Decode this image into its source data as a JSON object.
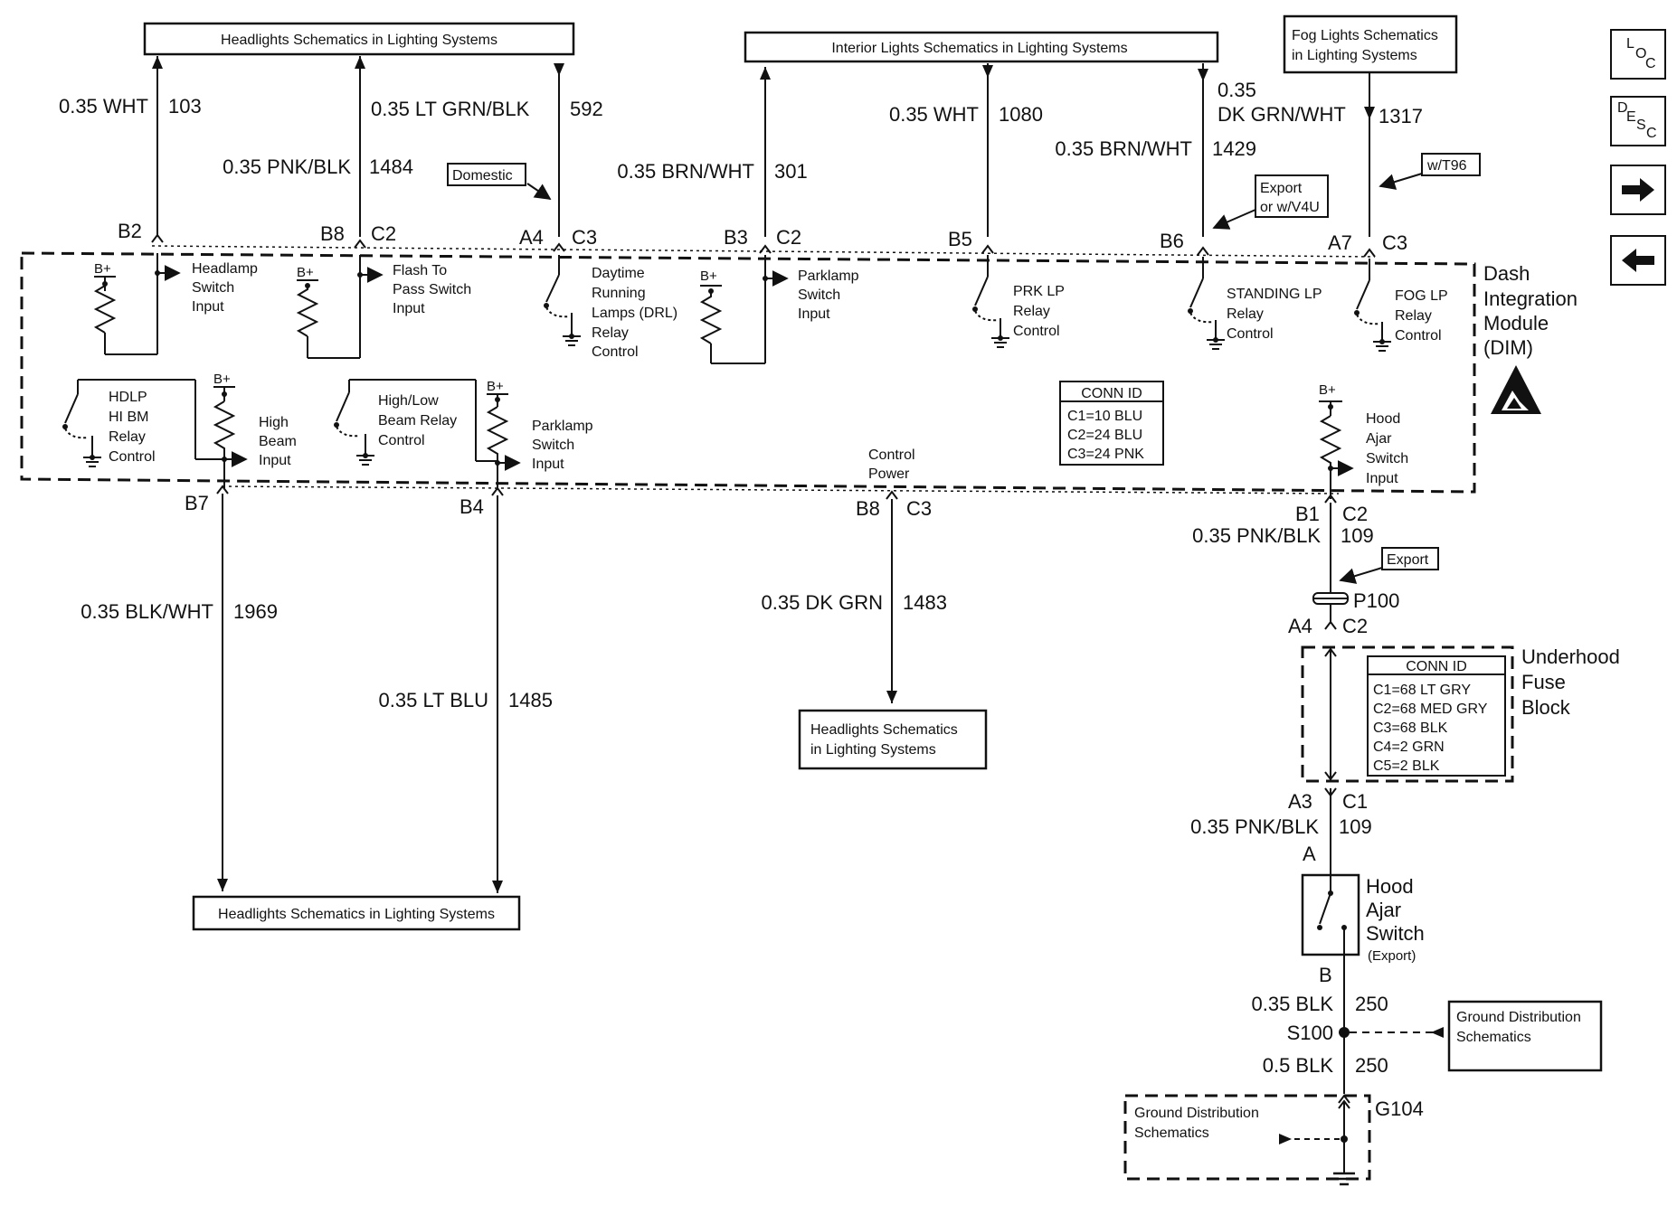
{
  "boxes": {
    "headlights_top": "Headlights Schematics in Lighting Systems",
    "interior_lights": "Interior Lights Schematics in Lighting Systems",
    "fog_lights_1": "Fog Lights Schematics",
    "fog_lights_2": "in Lighting Systems",
    "headlights_mid_1": "Headlights Schematics",
    "headlights_mid_2": "in Lighting Systems",
    "headlights_bottom": "Headlights Schematics in Lighting Systems",
    "ground_dist_right_1": "Ground Distribution",
    "ground_dist_right_2": "Schematics",
    "ground_dist_left_1": "Ground Distribution",
    "ground_dist_left_2": "Schematics"
  },
  "wires": {
    "w103": {
      "gauge": "0.35 WHT",
      "circuit": "103"
    },
    "w1484": {
      "gauge": "0.35 PNK/BLK",
      "circuit": "1484"
    },
    "w592": {
      "gauge": "0.35 LT GRN/BLK",
      "circuit": "592"
    },
    "w301": {
      "gauge": "0.35 BRN/WHT",
      "circuit": "301"
    },
    "w1080": {
      "gauge": "0.35 WHT",
      "circuit": "1080"
    },
    "w1429_a": "0.35",
    "w1429_b": "DK GRN/WHT",
    "w1429_c": "0.35 BRN/WHT",
    "w1429_circuit": "1429",
    "w1317": {
      "gauge": "",
      "circuit": "1317"
    },
    "w1969": {
      "gauge": "0.35 BLK/WHT",
      "circuit": "1969"
    },
    "w1485": {
      "gauge": "0.35 LT BLU",
      "circuit": "1485"
    },
    "w1483": {
      "gauge": "0.35 DK GRN",
      "circuit": "1483"
    },
    "w109a": {
      "gauge": "0.35 PNK/BLK",
      "circuit": "109"
    },
    "w109b": {
      "gauge": "0.35 PNK/BLK",
      "circuit": "109"
    },
    "w250a": {
      "gauge": "0.35 BLK",
      "circuit": "250"
    },
    "w250b": {
      "gauge": "0.5 BLK",
      "circuit": "250"
    }
  },
  "pins": {
    "B2": "B2",
    "B8": "B8",
    "C2": "C2",
    "A4": "A4",
    "C3": "C3",
    "B3": "B3",
    "B5": "B5",
    "B6": "B6",
    "A7": "A7",
    "B7": "B7",
    "B4": "B4",
    "B1": "B1",
    "A3": "A3",
    "C1": "C1",
    "A": "A",
    "B": "B"
  },
  "options": {
    "domestic": "Domestic",
    "export_v4u_1": "Export",
    "export_v4u_2": "or w/V4U",
    "wt96": "w/T96",
    "export": "Export"
  },
  "module": {
    "dim_1": "Dash",
    "dim_2": "Integration",
    "dim_3": "Module",
    "dim_4": "(DIM)",
    "b_plus": "B+",
    "headlamp_switch": [
      "Headlamp",
      "Switch",
      "Input"
    ],
    "flash_to_pass": [
      "Flash To",
      "Pass Switch",
      "Input"
    ],
    "drl": [
      "Daytime",
      "Running",
      "Lamps (DRL)",
      "Relay",
      "Control"
    ],
    "parklamp_switch_top": [
      "Parklamp",
      "Switch",
      "Input"
    ],
    "prk_lp": [
      "PRK LP",
      "Relay",
      "Control"
    ],
    "standing_lp": [
      "STANDING LP",
      "Relay",
      "Control"
    ],
    "fog_lp": [
      "FOG LP",
      "Relay",
      "Control"
    ],
    "hdlp_hi_bm": [
      "HDLP",
      "HI BM",
      "Relay",
      "Control"
    ],
    "high_beam": [
      "High",
      "Beam",
      "Input"
    ],
    "high_low": [
      "High/Low",
      "Beam Relay",
      "Control"
    ],
    "parklamp_switch_bot": [
      "Parklamp",
      "Switch",
      "Input"
    ],
    "control_power": [
      "Control",
      "Power"
    ],
    "hood_ajar_input": [
      "Hood",
      "Ajar",
      "Switch",
      "Input"
    ],
    "conn_title": "CONN ID",
    "conn": [
      "C1=10 BLU",
      "C2=24 BLU",
      "C3=24 PNK"
    ]
  },
  "fuse_block": {
    "name": [
      "Underhood",
      "Fuse",
      "Block"
    ],
    "conn_title": "CONN ID",
    "conn": [
      "C1=68 LT GRY",
      "C2=68 MED GRY",
      "C3=68 BLK",
      "C4=2 GRN",
      "C5=2 BLK"
    ]
  },
  "components": {
    "p100": "P100",
    "hood_ajar_switch": [
      "Hood",
      "Ajar",
      "Switch"
    ],
    "hood_ajar_export": "(Export)",
    "s100": "S100",
    "g104": "G104"
  },
  "nav": {
    "loc": {
      "L": "L",
      "O": "O",
      "C": "C"
    },
    "desc": {
      "D": "D",
      "E": "E",
      "S": "S",
      "C": "C"
    }
  }
}
